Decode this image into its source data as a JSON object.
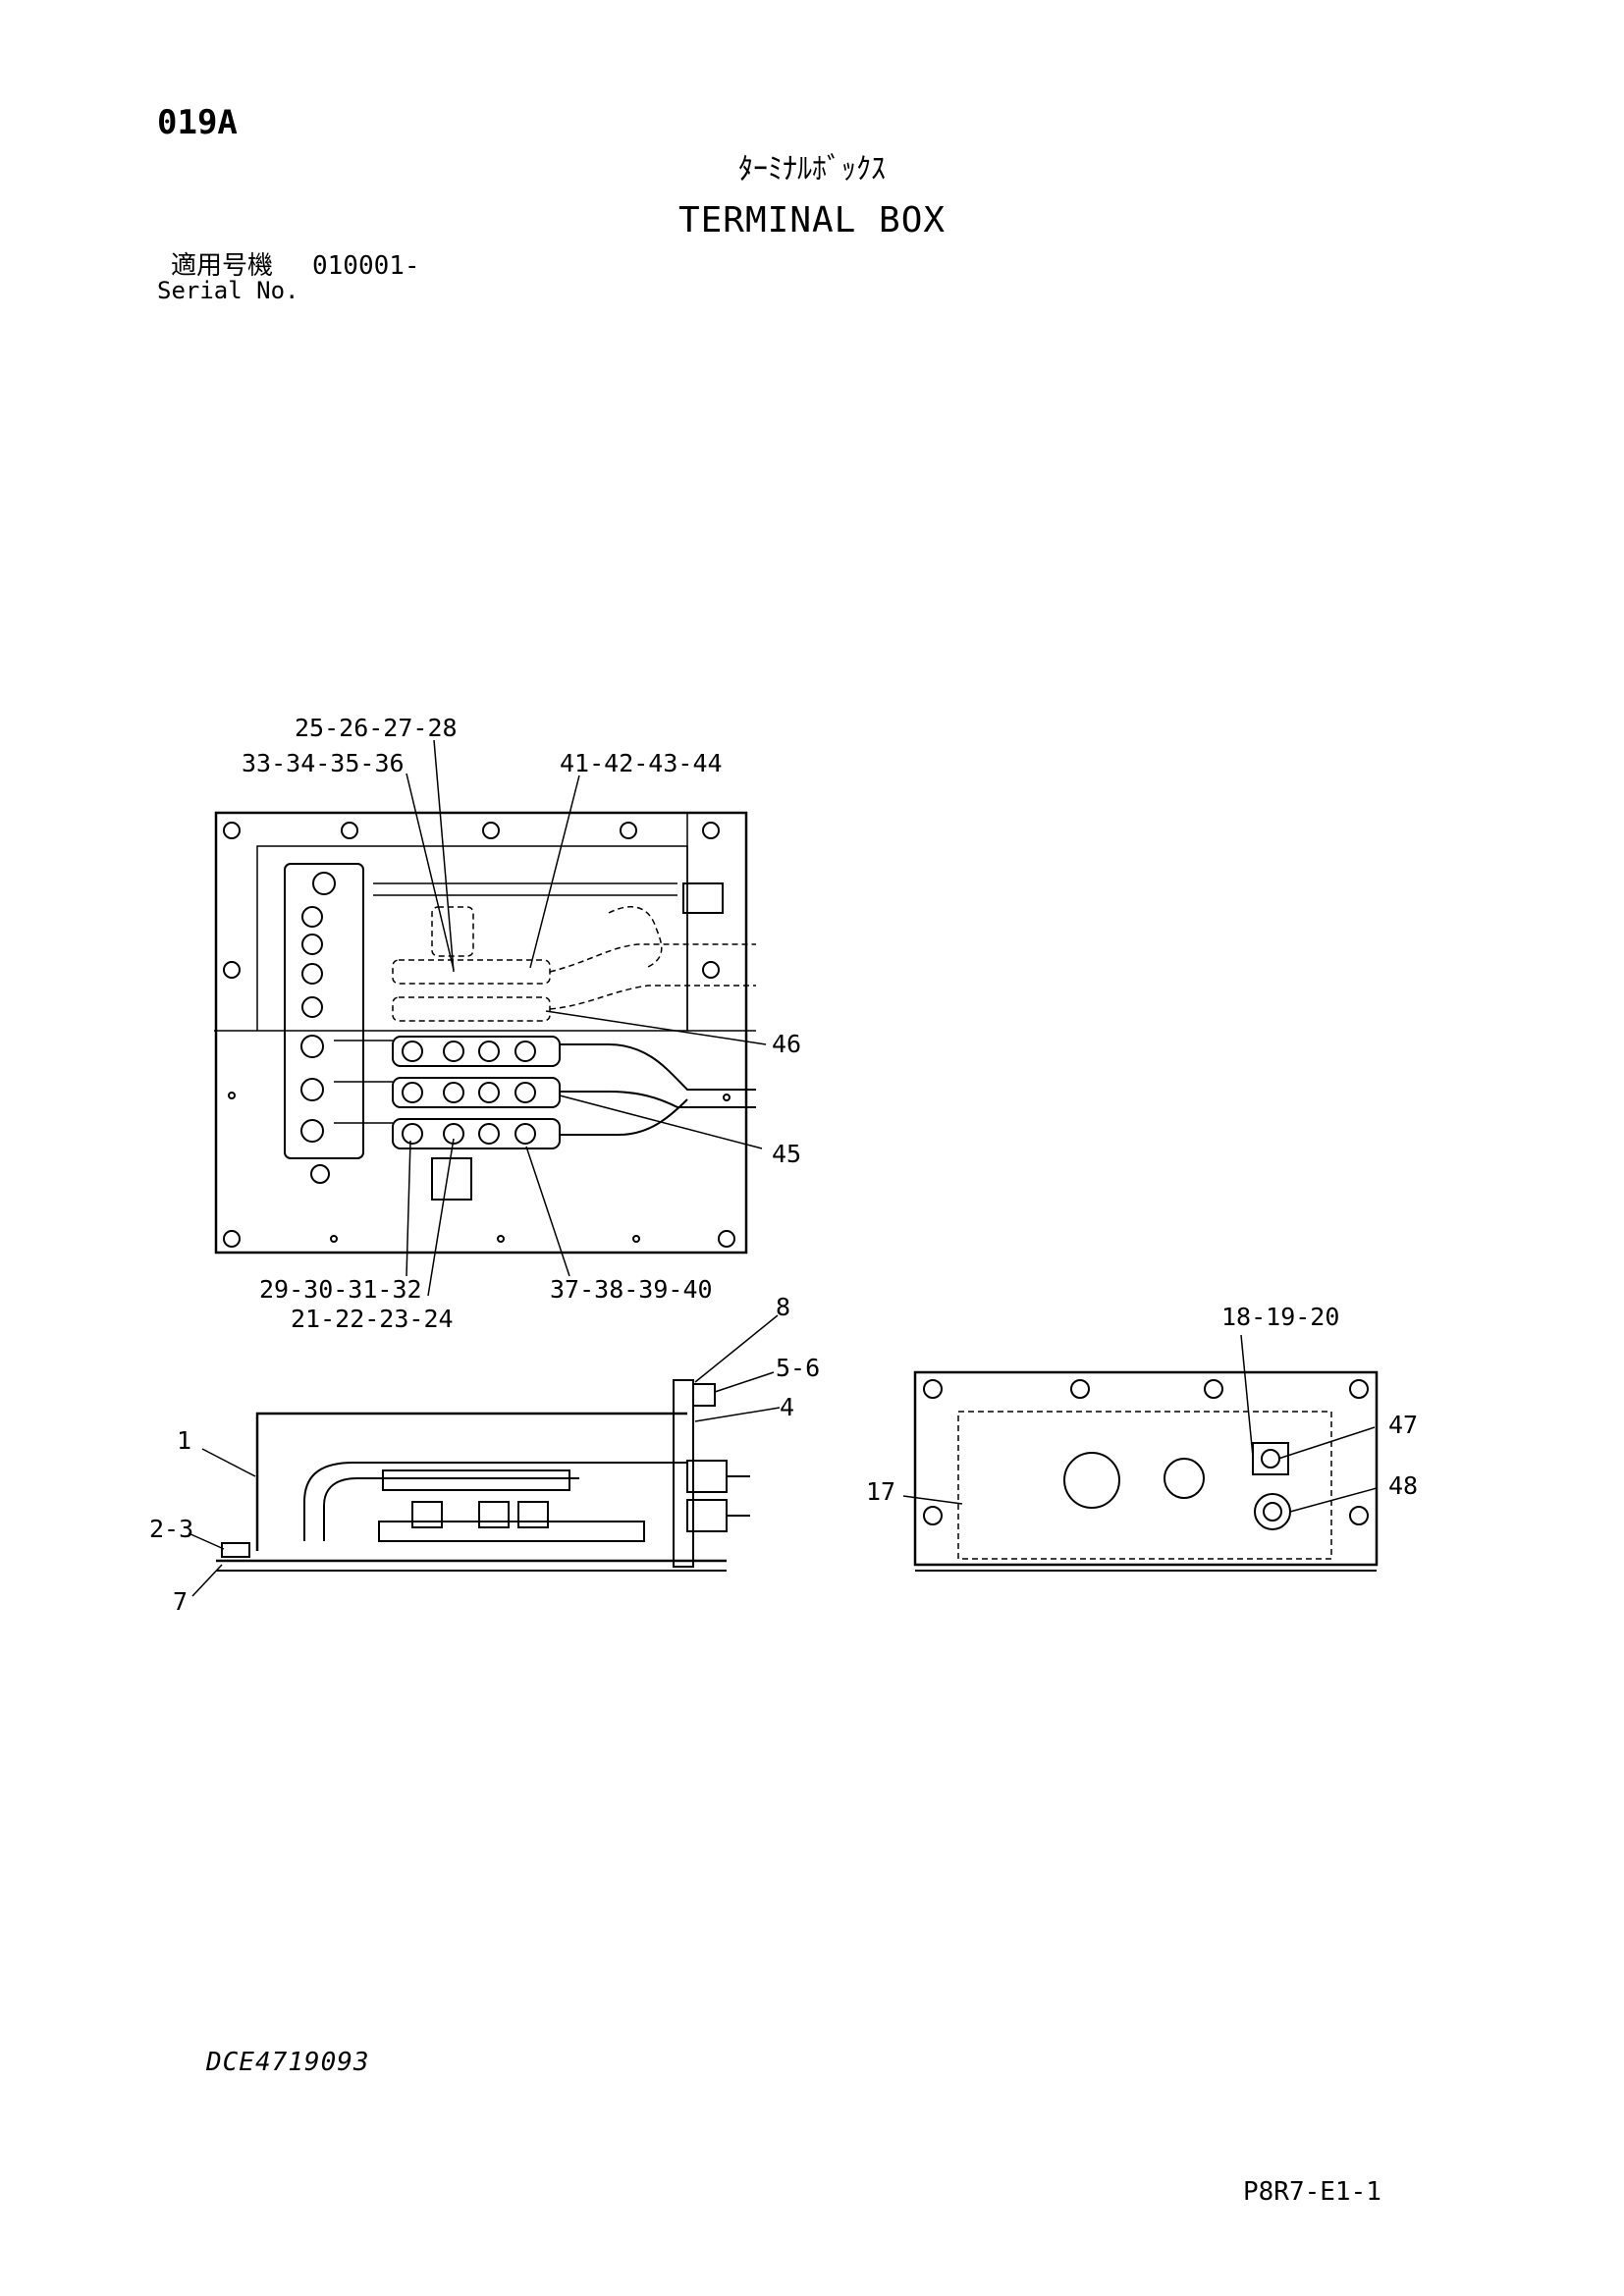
{
  "header": {
    "page_code": "019A",
    "title_jp": "ﾀｰﾐﾅﾙﾎﾞｯｸｽ",
    "title_en": "TERMINAL BOX",
    "serial_label_jp": "適用号機",
    "serial_value": "010001-",
    "serial_label_en": "Serial No."
  },
  "callouts": {
    "c_25_28": "25-26-27-28",
    "c_33_36": "33-34-35-36",
    "c_41_44": "41-42-43-44",
    "c_46": "46",
    "c_45": "45",
    "c_29_32": "29-30-31-32",
    "c_21_24": "21-22-23-24",
    "c_37_40": "37-38-39-40",
    "c_8": "8",
    "c_5_6": "5-6",
    "c_4": "4",
    "c_1": "1",
    "c_2_3": "2-3",
    "c_7": "7",
    "c_18_20": "18-19-20",
    "c_47": "47",
    "c_48": "48",
    "c_17": "17"
  },
  "footer": {
    "drawing_number": "DCE4719093",
    "page_reference": "P8R7-E1-1"
  },
  "colors": {
    "ink": "#000000",
    "paper": "#ffffff"
  }
}
